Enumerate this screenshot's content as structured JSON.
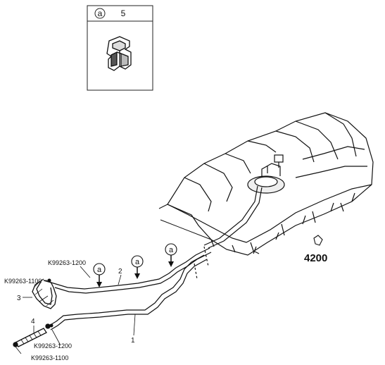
{
  "legend_box": {
    "callout_letter": "a",
    "part_number": "5"
  },
  "assembly": {
    "number": "4200"
  },
  "parts": {
    "p1": "1",
    "p2": "2",
    "p3": "3",
    "p4": "4"
  },
  "callouts": [
    "a",
    "a",
    "a"
  ],
  "part_codes": {
    "clamp_upper": "K99263-1200",
    "clip_left": "K99263-1100",
    "clamp_lower": "K99263-1200",
    "clip_bottom": "K99263-1100"
  }
}
